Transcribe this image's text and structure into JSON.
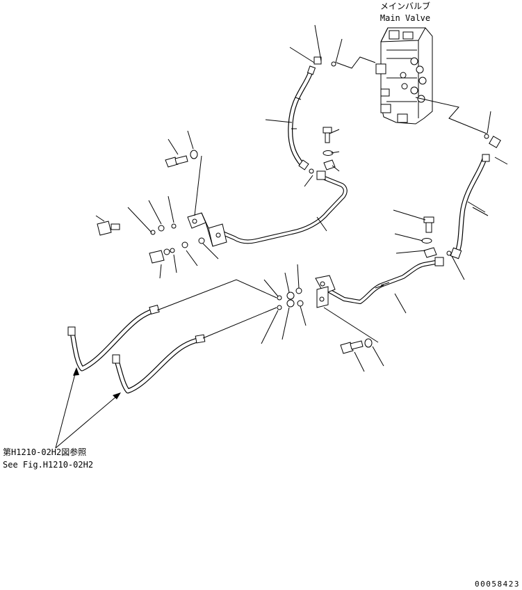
{
  "labels": {
    "main_valve_jp": "メインバルブ",
    "main_valve_en": "Main Valve",
    "see_fig_jp": "第H1210-02H2図参照",
    "see_fig_en": "See Fig.H1210-02H2",
    "drawing_number": "00058423"
  }
}
